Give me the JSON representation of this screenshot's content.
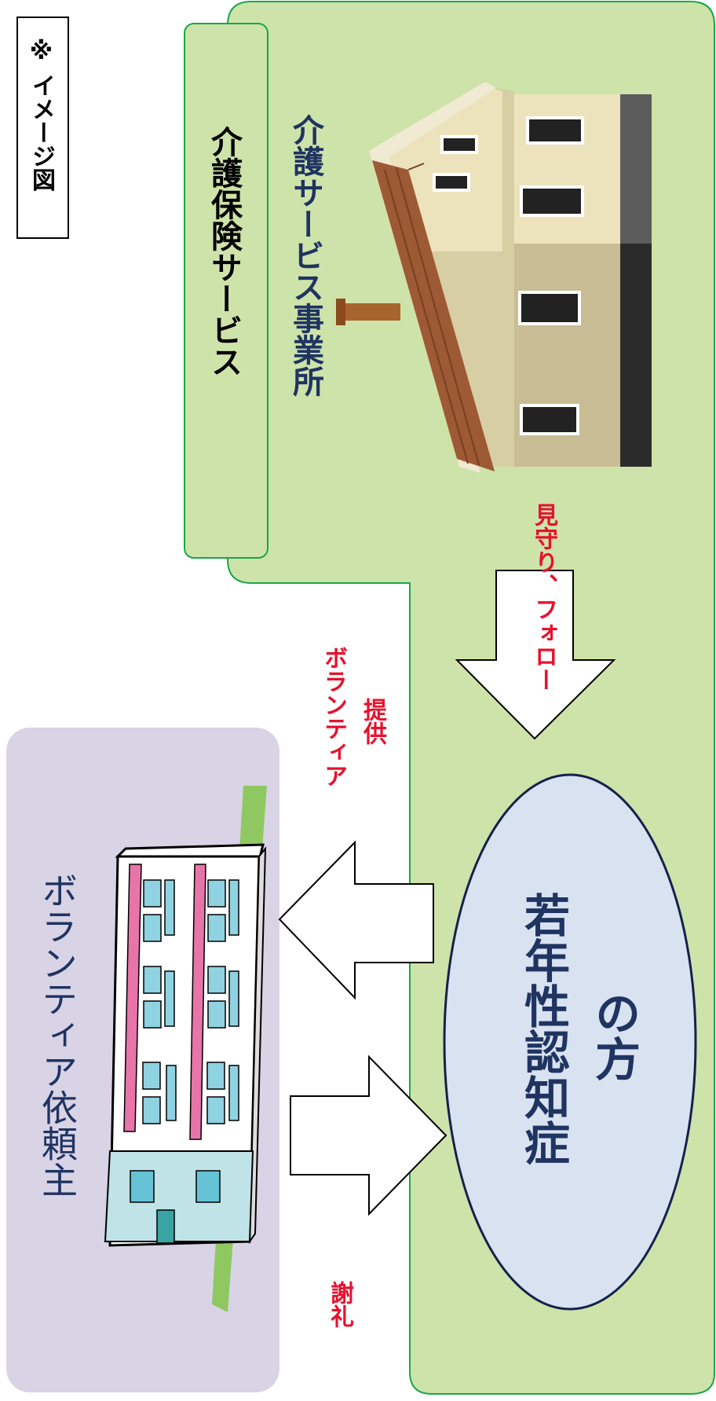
{
  "note_label": "※ イメージ図",
  "care_insurance": {
    "title": "介護保険サービス",
    "office_label": "介護サービス事業所"
  },
  "requester": {
    "label": "ボランティア依頼主"
  },
  "person": {
    "line1": "若年性認知症",
    "line2": "の方"
  },
  "flows": {
    "watch_follow": "見守り、フォロー",
    "volunteer_line1": "ボランティア",
    "volunteer_line2": "提供",
    "thanks": "謝礼"
  },
  "colors": {
    "green_region": "#cee3a9",
    "green_border": "#1aa64a",
    "purple_region": "#d9d3e6",
    "ellipse_fill": "#d9e2f1",
    "ellipse_stroke": "#13224c",
    "red_text": "#e8112d",
    "navy_text": "#1f3461"
  }
}
